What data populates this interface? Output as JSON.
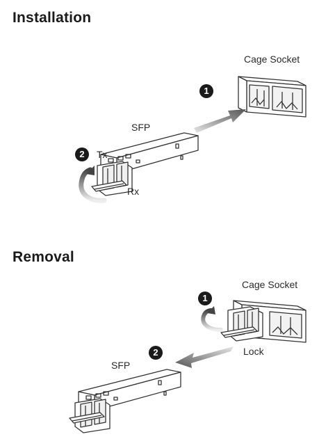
{
  "installation": {
    "title": "Installation",
    "cage_label": "Cage Socket",
    "sfp_label": "SFP",
    "tx_label": "Tx",
    "rx_label": "Rx",
    "step1": "1",
    "step2": "2"
  },
  "removal": {
    "title": "Removal",
    "cage_label": "Cage Socket",
    "sfp_label": "SFP",
    "lock_label": "Lock",
    "step1": "1",
    "step2": "2"
  }
}
